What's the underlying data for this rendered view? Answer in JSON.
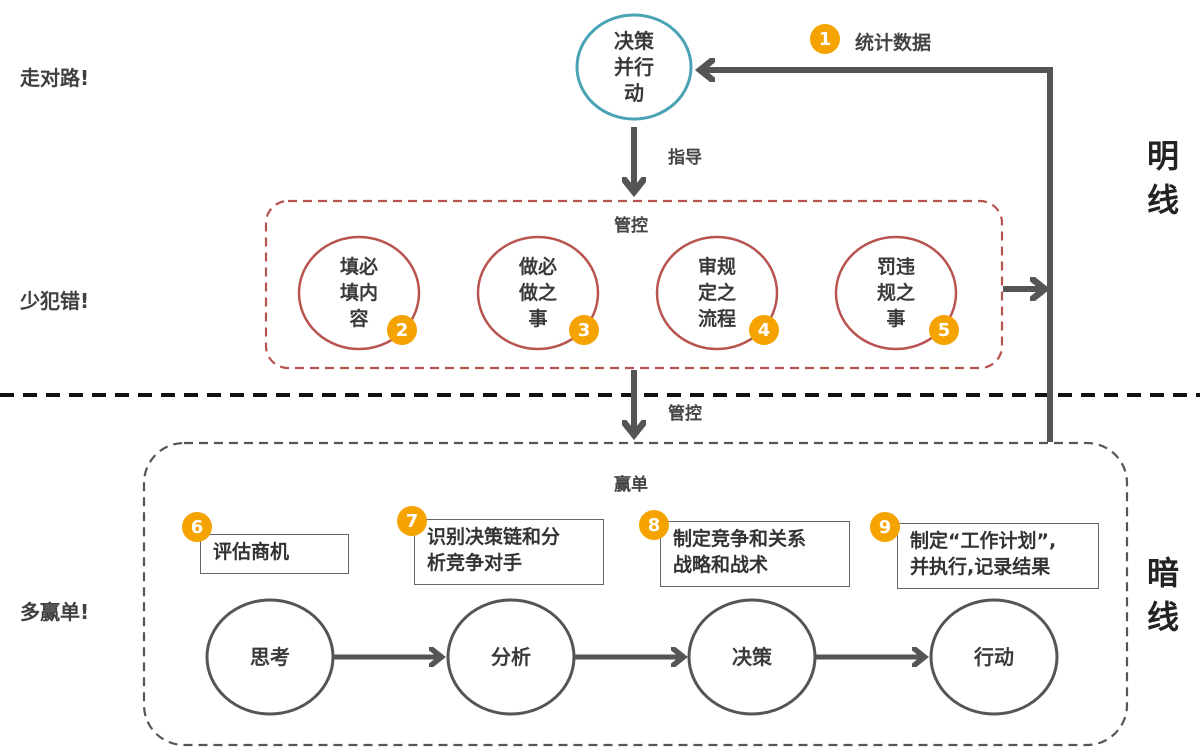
{
  "left_labels": {
    "top": "走对路!",
    "middle": "少犯错!",
    "bottom": "多赢单!"
  },
  "side_labels": {
    "upper": [
      "明",
      "线"
    ],
    "lower": [
      "暗",
      "线"
    ]
  },
  "top_node": {
    "lines": [
      "决策",
      "并行",
      "动"
    ]
  },
  "stat_badge": {
    "number": "1",
    "text": "统计数据"
  },
  "arrow_guide_label": "指导",
  "control_box": {
    "title": "管控",
    "items": [
      {
        "lines": [
          "填必",
          "填内",
          "容"
        ],
        "badge": "2"
      },
      {
        "lines": [
          "做必",
          "做之",
          "事"
        ],
        "badge": "3"
      },
      {
        "lines": [
          "审规",
          "定之",
          "流程"
        ],
        "badge": "4"
      },
      {
        "lines": [
          "罚违",
          "规之",
          "事"
        ],
        "badge": "5"
      }
    ]
  },
  "arrow_control_label": "管控",
  "win_box": {
    "title": "赢单",
    "notes": [
      {
        "badge": "6",
        "lines": [
          "评估商机"
        ]
      },
      {
        "badge": "7",
        "lines": [
          "识别决策链和分",
          "析竞争对手"
        ]
      },
      {
        "badge": "8",
        "lines": [
          "制定竞争和关系",
          "战略和战术"
        ]
      },
      {
        "badge": "9",
        "lines": [
          "制定“工作计划”,",
          "并执行,记录结果"
        ]
      }
    ],
    "steps": [
      "思考",
      "分析",
      "决策",
      "行动"
    ]
  },
  "colors": {
    "teal_circle": "#4aa3b5",
    "red_circle": "#b85450",
    "badge_orange": "#f5a300",
    "arrow_gray": "#555555",
    "dashed_gray": "#555555"
  }
}
